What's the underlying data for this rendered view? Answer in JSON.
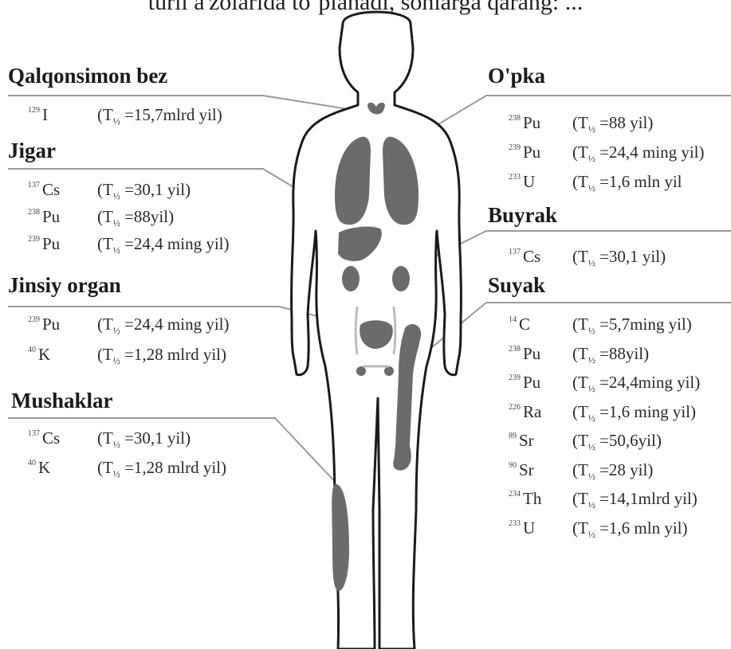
{
  "caption": "turli a'zolarida toʻplanadi, sonlarga qarang: ...",
  "colors": {
    "organ": "#6b6b6b",
    "outline": "#1a1a1a",
    "line": "#9a9a9a"
  },
  "organs": [
    {
      "name": "Qalqonsimon bez",
      "isotopes": [
        {
          "mass": "129",
          "symbol": "I",
          "half_life": "=15,7mlrd yil)"
        }
      ]
    },
    {
      "name": "Jigar",
      "isotopes": [
        {
          "mass": "137",
          "symbol": "Cs",
          "half_life": "=30,1 yil)"
        },
        {
          "mass": "238",
          "symbol": "Pu",
          "half_life": "=88yil)"
        },
        {
          "mass": "239",
          "symbol": "Pu",
          "half_life": "=24,4 ming yil)"
        }
      ]
    },
    {
      "name": "Jinsiy organ",
      "isotopes": [
        {
          "mass": "239",
          "symbol": "Pu",
          "half_life": "=24,4 ming yil)"
        },
        {
          "mass": "40",
          "symbol": "K",
          "half_life": "=1,28  mlrd yil)"
        }
      ]
    },
    {
      "name": "Mushaklar",
      "isotopes": [
        {
          "mass": "137",
          "symbol": "Cs",
          "half_life": "=30,1 yil)"
        },
        {
          "mass": "40",
          "symbol": "K",
          "half_life": "=1,28 mlrd yil)"
        }
      ]
    },
    {
      "name": "O'pka",
      "isotopes": [
        {
          "mass": "238",
          "symbol": "Pu",
          "half_life": "=88 yil)"
        },
        {
          "mass": "239",
          "symbol": "Pu",
          "half_life": "=24,4  ming yil)"
        },
        {
          "mass": "233",
          "symbol": "U",
          "half_life": "=1,6 mln yil"
        }
      ]
    },
    {
      "name": "Buyrak",
      "isotopes": [
        {
          "mass": "137",
          "symbol": "Cs",
          "half_life": "=30,1  yil)"
        }
      ]
    },
    {
      "name": "Suyak",
      "isotopes": [
        {
          "mass": "14",
          "symbol": "C",
          "half_life": "=5,7ming yil)"
        },
        {
          "mass": "238",
          "symbol": "Pu",
          "half_life": "=88yil)"
        },
        {
          "mass": "239",
          "symbol": "Pu",
          "half_life": "=24,4ming yil)"
        },
        {
          "mass": "226",
          "symbol": "Ra",
          "half_life": "=1,6 ming yil)"
        },
        {
          "mass": "89",
          "symbol": "Sr",
          "half_life": "=50,6yil)"
        },
        {
          "mass": "90",
          "symbol": "Sr",
          "half_life": "=28 yil)"
        },
        {
          "mass": "234",
          "symbol": "Th",
          "half_life": "=14,1mlrd yil)"
        },
        {
          "mass": "233",
          "symbol": "U",
          "half_life": "=1,6  mln yil)"
        }
      ]
    }
  ]
}
